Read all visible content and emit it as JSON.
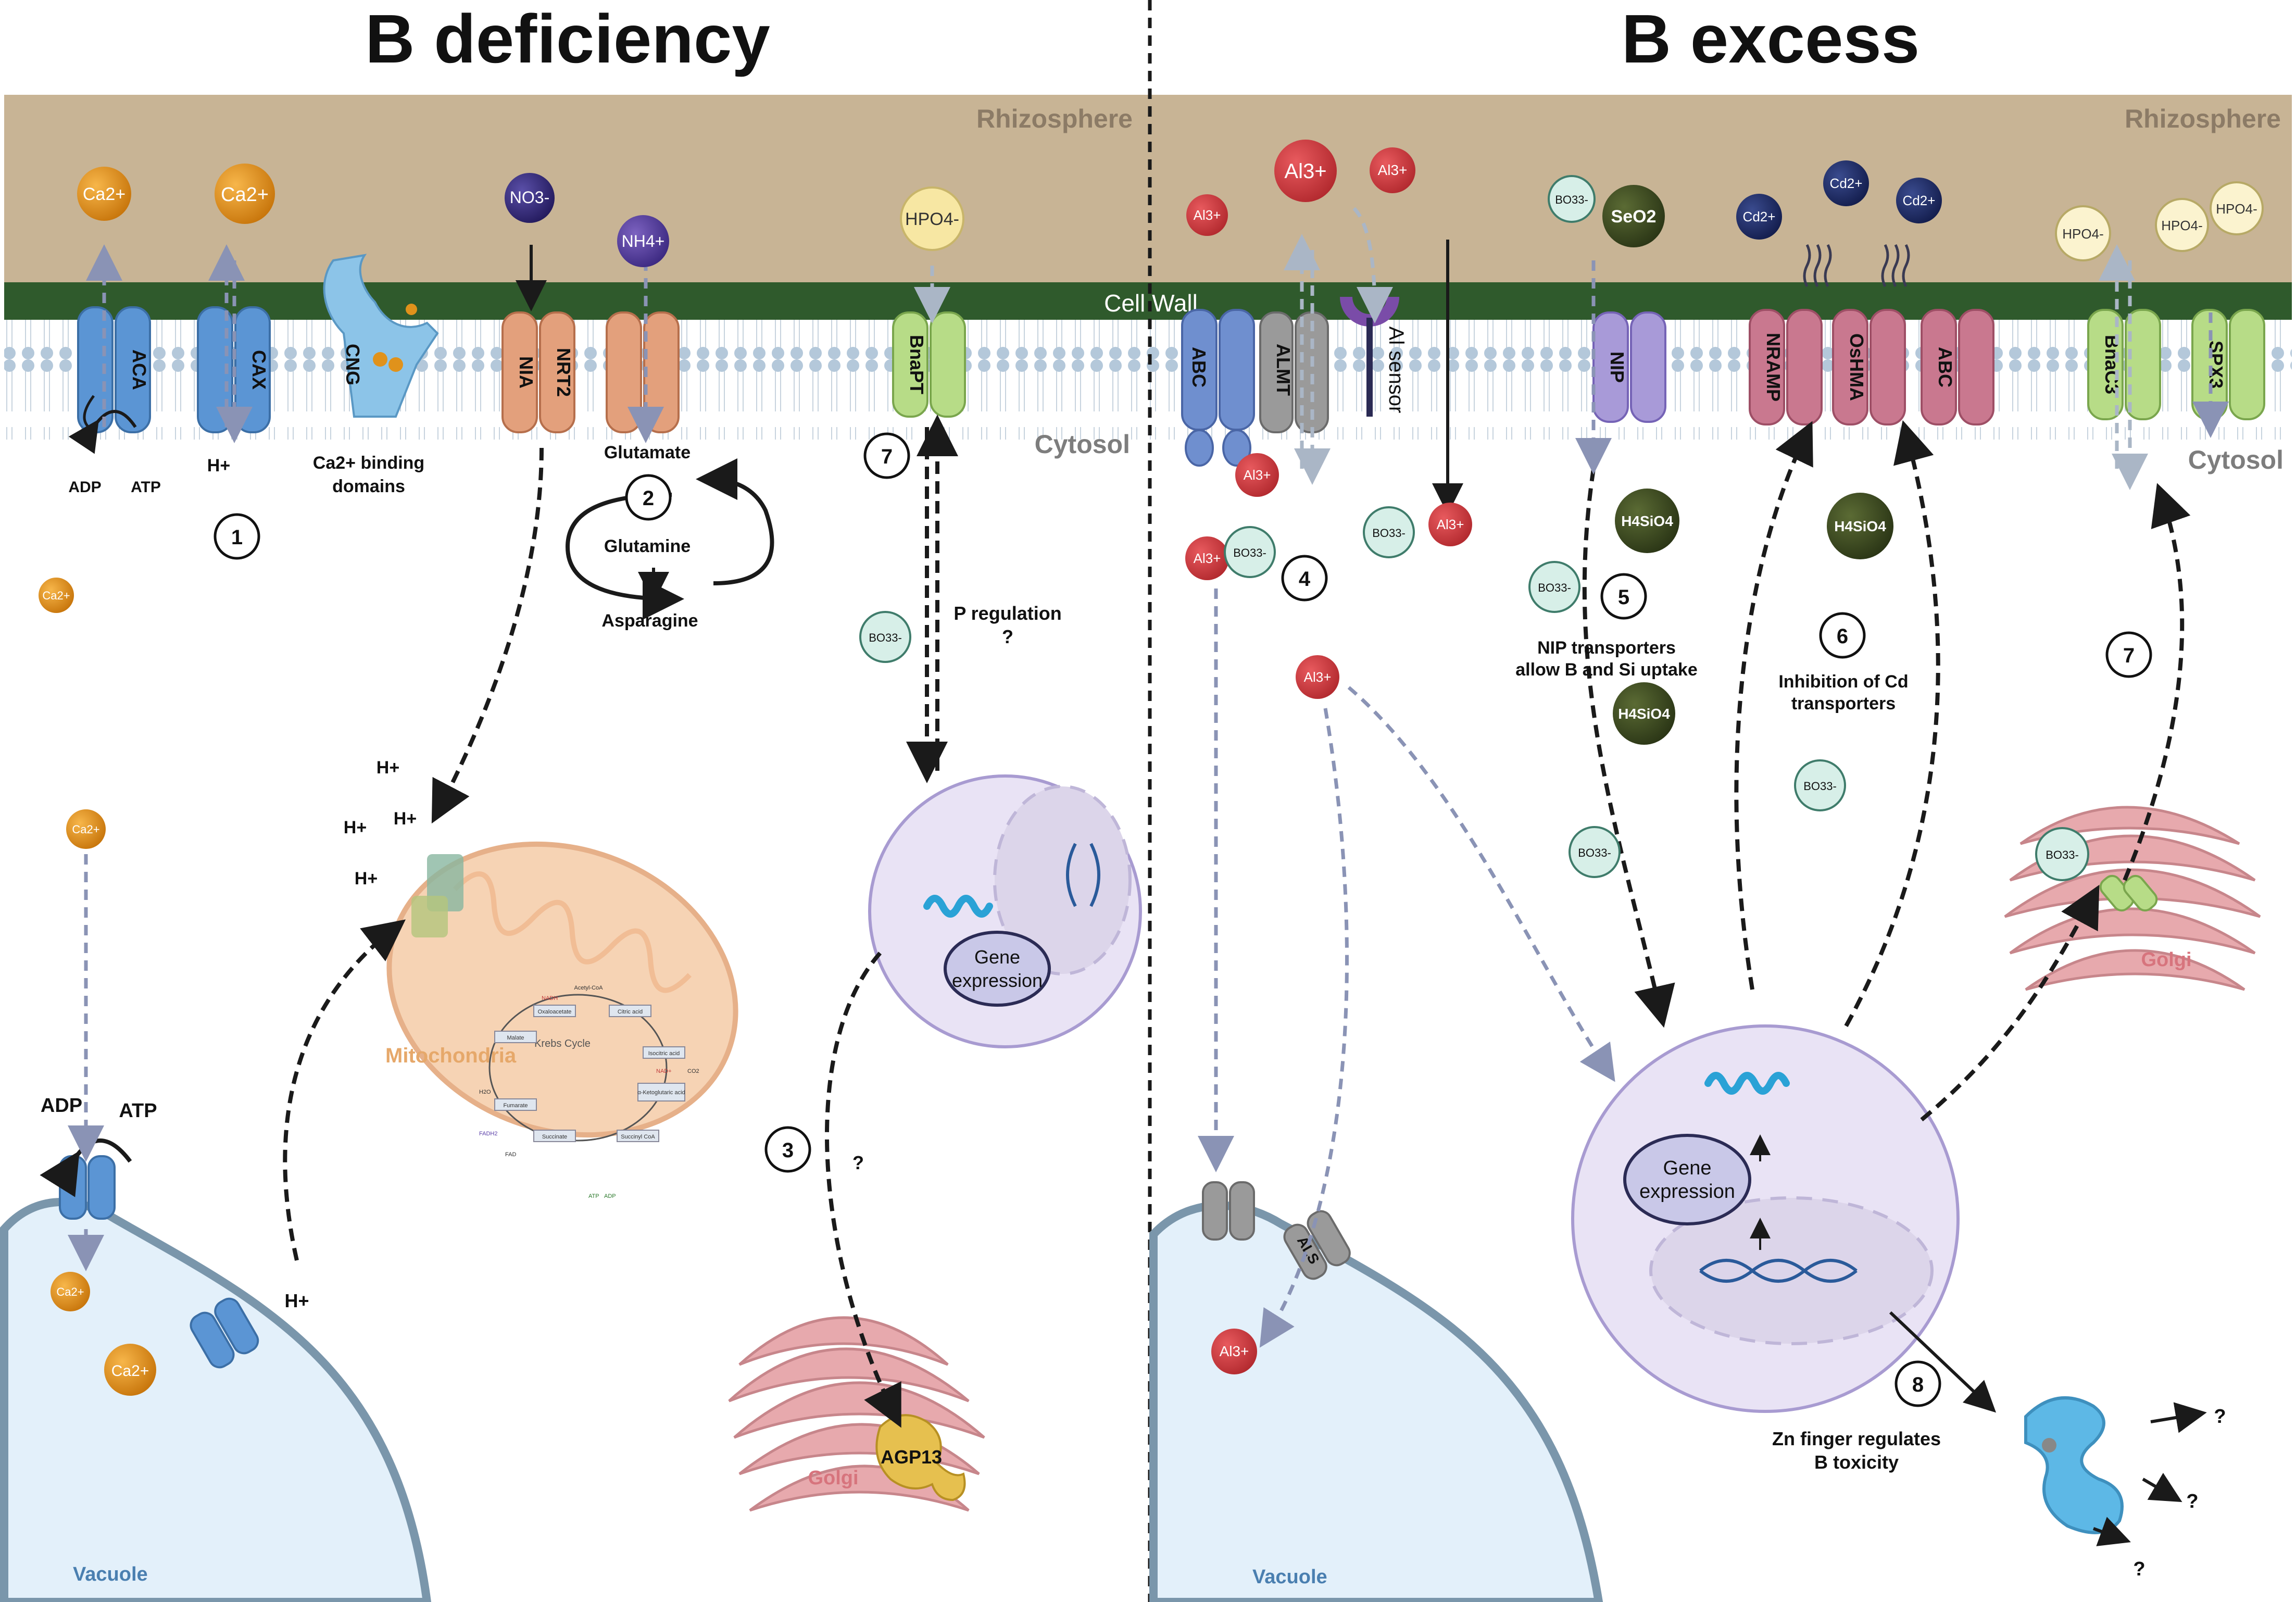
{
  "panels": {
    "left_title": "B deficiency",
    "right_title": "B excess"
  },
  "compartments": {
    "rhizosphere": "Rhizosphere",
    "cell_wall": "Cell Wall",
    "cytosol": "Cytosol",
    "vacuole": "Vacuole",
    "mitochondria": "Mitochondria",
    "golgi": "Golgi",
    "krebs_cycle": "Krebs Cycle"
  },
  "transporters_left": {
    "aca": "ACA",
    "cax": "CAX",
    "cng": "CNG",
    "nia": "NIA",
    "nrt2": "NRT2",
    "bnapt": "BnaPT"
  },
  "transporters_right": {
    "abc": "ABC",
    "almt": "ALMT",
    "al_sensor": "Al sensor",
    "nip": "NIP",
    "nramp": "NRAMP",
    "oshma": "OsHMA",
    "abc2": "ABC",
    "bnac3": "BnaC3",
    "spx3": "SPX3",
    "als": "ALS"
  },
  "ions": {
    "ca": "Ca2+",
    "no3": "NO3-",
    "nh4": "NH4+",
    "hpo4": "HPO4-",
    "al": "Al3+",
    "bo3": "BO33-",
    "seo2": "SeO2",
    "cd": "Cd2+",
    "h4sio4": "H4SiO4",
    "h_plus": "H+"
  },
  "labels_left": {
    "adp": "ADP",
    "atp": "ATP",
    "ca_binding": "Ca2+ binding",
    "domains": "domains",
    "glutamate": "Glutamate",
    "glutamine": "Glutamine",
    "asparagine": "Asparagine",
    "p_regulation": "P regulation",
    "question": "?",
    "agp13": "AGP13"
  },
  "labels_right": {
    "nip_transporters": "NIP transporters",
    "allow_b_si": "allow B and Si uptake",
    "inhibition_cd": "Inhibition of Cd",
    "transporters": "transporters",
    "zn_finger": "Zn finger regulates",
    "b_toxicity": "B toxicity",
    "question": "?"
  },
  "nucleus": {
    "gene": "Gene",
    "expression": "expression"
  },
  "steps": [
    "1",
    "2",
    "3",
    "4",
    "5",
    "6",
    "7",
    "8"
  ],
  "krebs": {
    "acetyl_coa": "Acetyl-CoA",
    "oxaloacetate": "Oxaloacetate",
    "citric_acid": "Citric acid",
    "isocitric_acid": "Isocitric acid",
    "ketoglutaric_acid": "α-Ketoglutaric acid",
    "succinyl_coa": "Succinyl CoA",
    "succinate": "Succinate",
    "fumarate": "Fumarate",
    "malate": "Malate",
    "nadh": "NADH",
    "nad": "NAD+",
    "fadh2": "FADH2",
    "fad": "FAD",
    "co2": "CO2",
    "h2o": "H2O",
    "atp": "ATP",
    "adp": "ADP"
  },
  "colors": {
    "rhizosphere": "#c8b495",
    "cell_wall": "#2f5a2c",
    "membrane_head": "#a9c4d8",
    "ca_ion": "#e0921b",
    "al_ion": "#cf3b3f",
    "bo3_ion": "#d7efe8",
    "cd_ion": "#1f2d6b",
    "no3_ion": "#2d2470",
    "nh4_ion": "#5a3e9b",
    "hpo4_ion": "#f7e7a3",
    "h4sio4_ion": "#3f4d22",
    "blue_transporter": "#5b95d4",
    "orange_transporter": "#e3a07c",
    "green_transporter": "#b7dc87",
    "grey_transporter": "#9a9a9a",
    "purple_transporter": "#a89ad8",
    "pink_transporter": "#c9788f",
    "nucleus": "#e9e3f5",
    "golgi": "#e7a9ad",
    "mitochondria": "#f6d3b4",
    "vacuole": "#e3f0fa"
  }
}
